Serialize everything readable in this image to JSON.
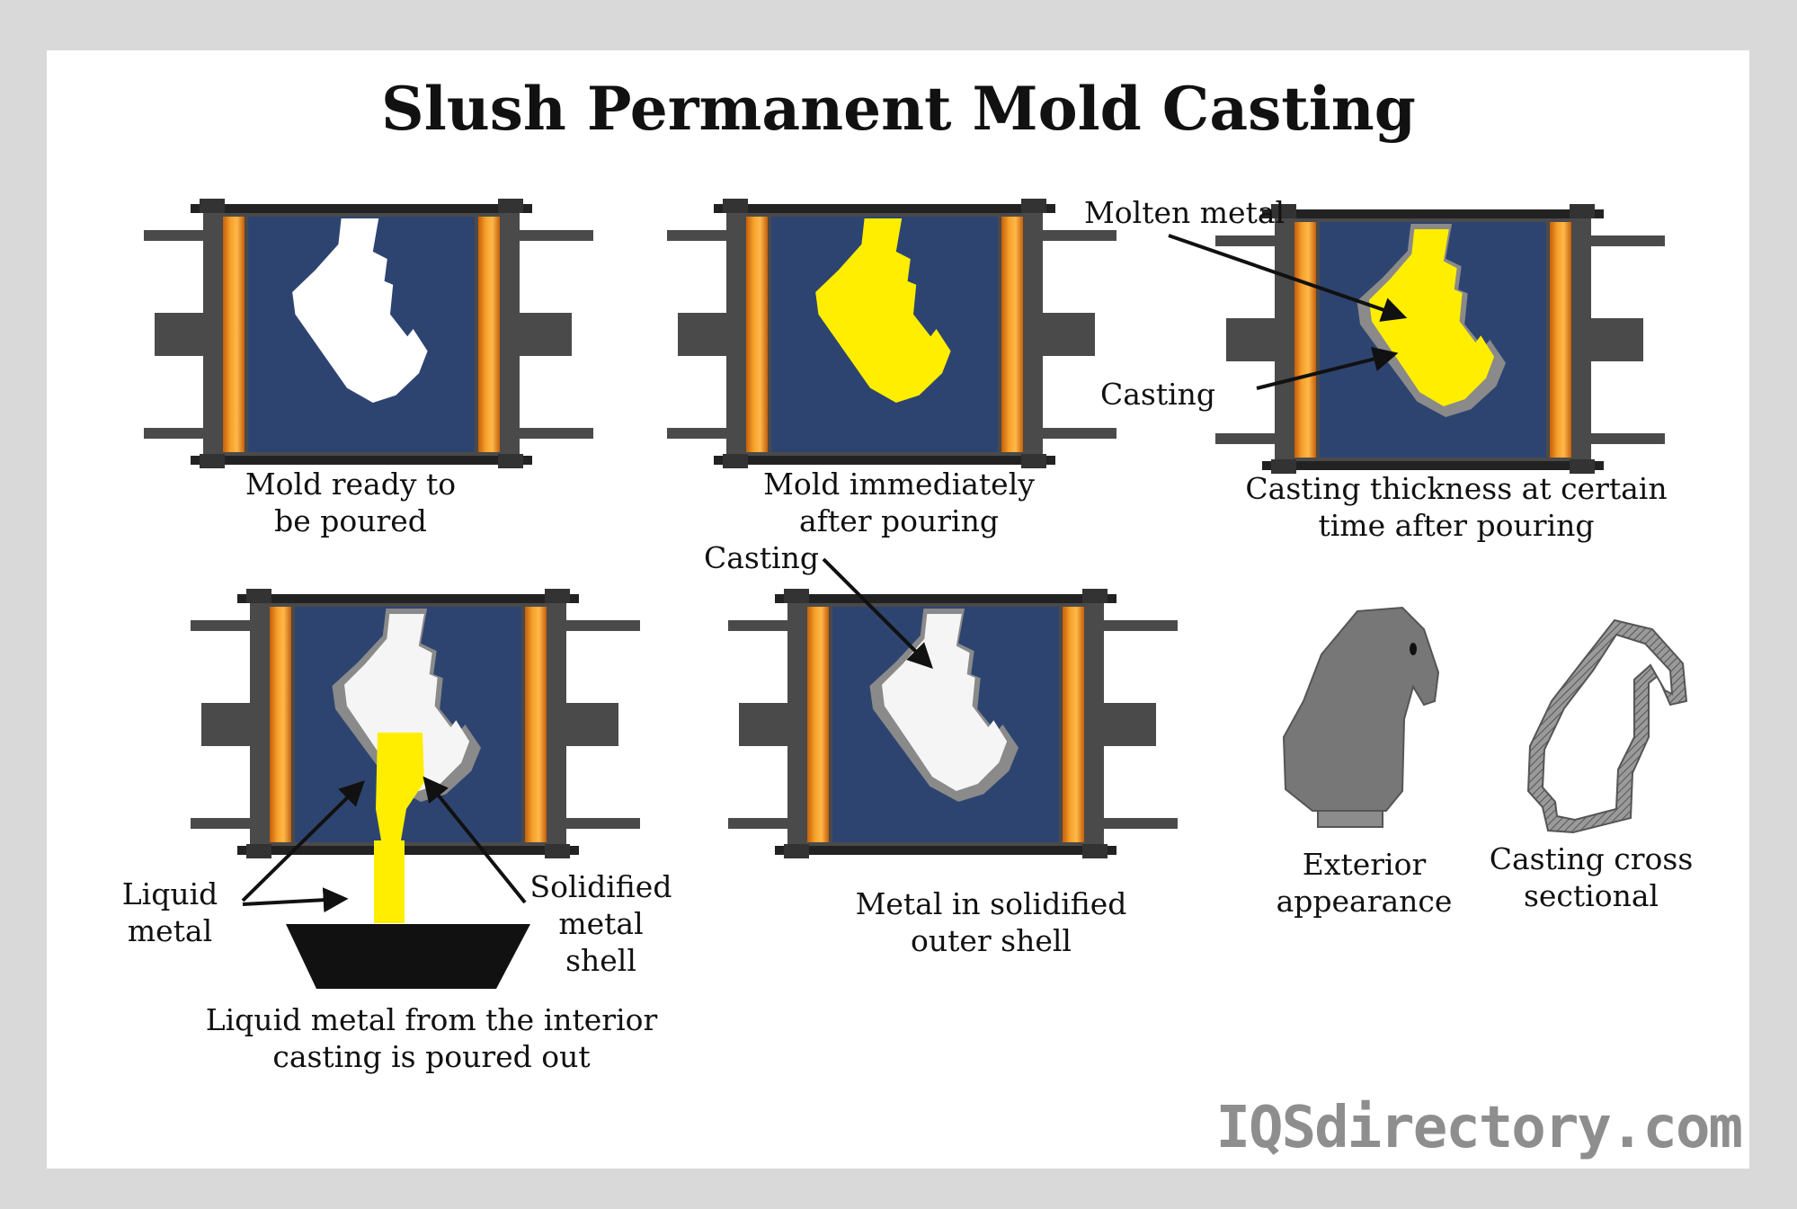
{
  "title": "Slush Permanent Mold Casting",
  "colors": {
    "frame": "#d9d9d9",
    "background": "#ffffff",
    "mold_cavity": "#2e4470",
    "mold_body": "#4a4a4a",
    "heater_orange": "#f29a24",
    "molten_yellow": "#ffee00",
    "solid_white": "#f5f5f5",
    "shell_gray": "#8a8a8a",
    "ladle": "#111111"
  },
  "steps": {
    "s1": {
      "caption_lines": [
        "Mold ready to",
        "be poured"
      ]
    },
    "s2": {
      "caption_lines": [
        "Mold immediately",
        "after pouring"
      ]
    },
    "s3": {
      "caption_lines": [
        "Casting thickness at certain",
        "time after pouring"
      ],
      "callouts": {
        "molten": "Molten metal",
        "casting": "Casting"
      }
    },
    "s4": {
      "caption_lines": [
        "Liquid metal from the interior",
        "casting is poured out"
      ],
      "callouts": {
        "liquid": [
          "Liquid",
          "metal"
        ],
        "shell": [
          "Solidified",
          "metal",
          "shell"
        ]
      }
    },
    "s5": {
      "caption_lines": [
        "Metal in solidified",
        "outer shell"
      ],
      "callouts": {
        "casting": "Casting"
      }
    },
    "s6": {
      "caption_lines": [
        "Exterior",
        "appearance"
      ]
    },
    "s7": {
      "caption_lines": [
        "Casting cross",
        "sectional"
      ]
    }
  },
  "icons": [
    "mold-icon",
    "casting-silhouette-icon",
    "ladle-icon",
    "arrow-icon",
    "exterior-casting-icon",
    "cross-section-icon"
  ],
  "watermark": "IQSdirectory.com"
}
